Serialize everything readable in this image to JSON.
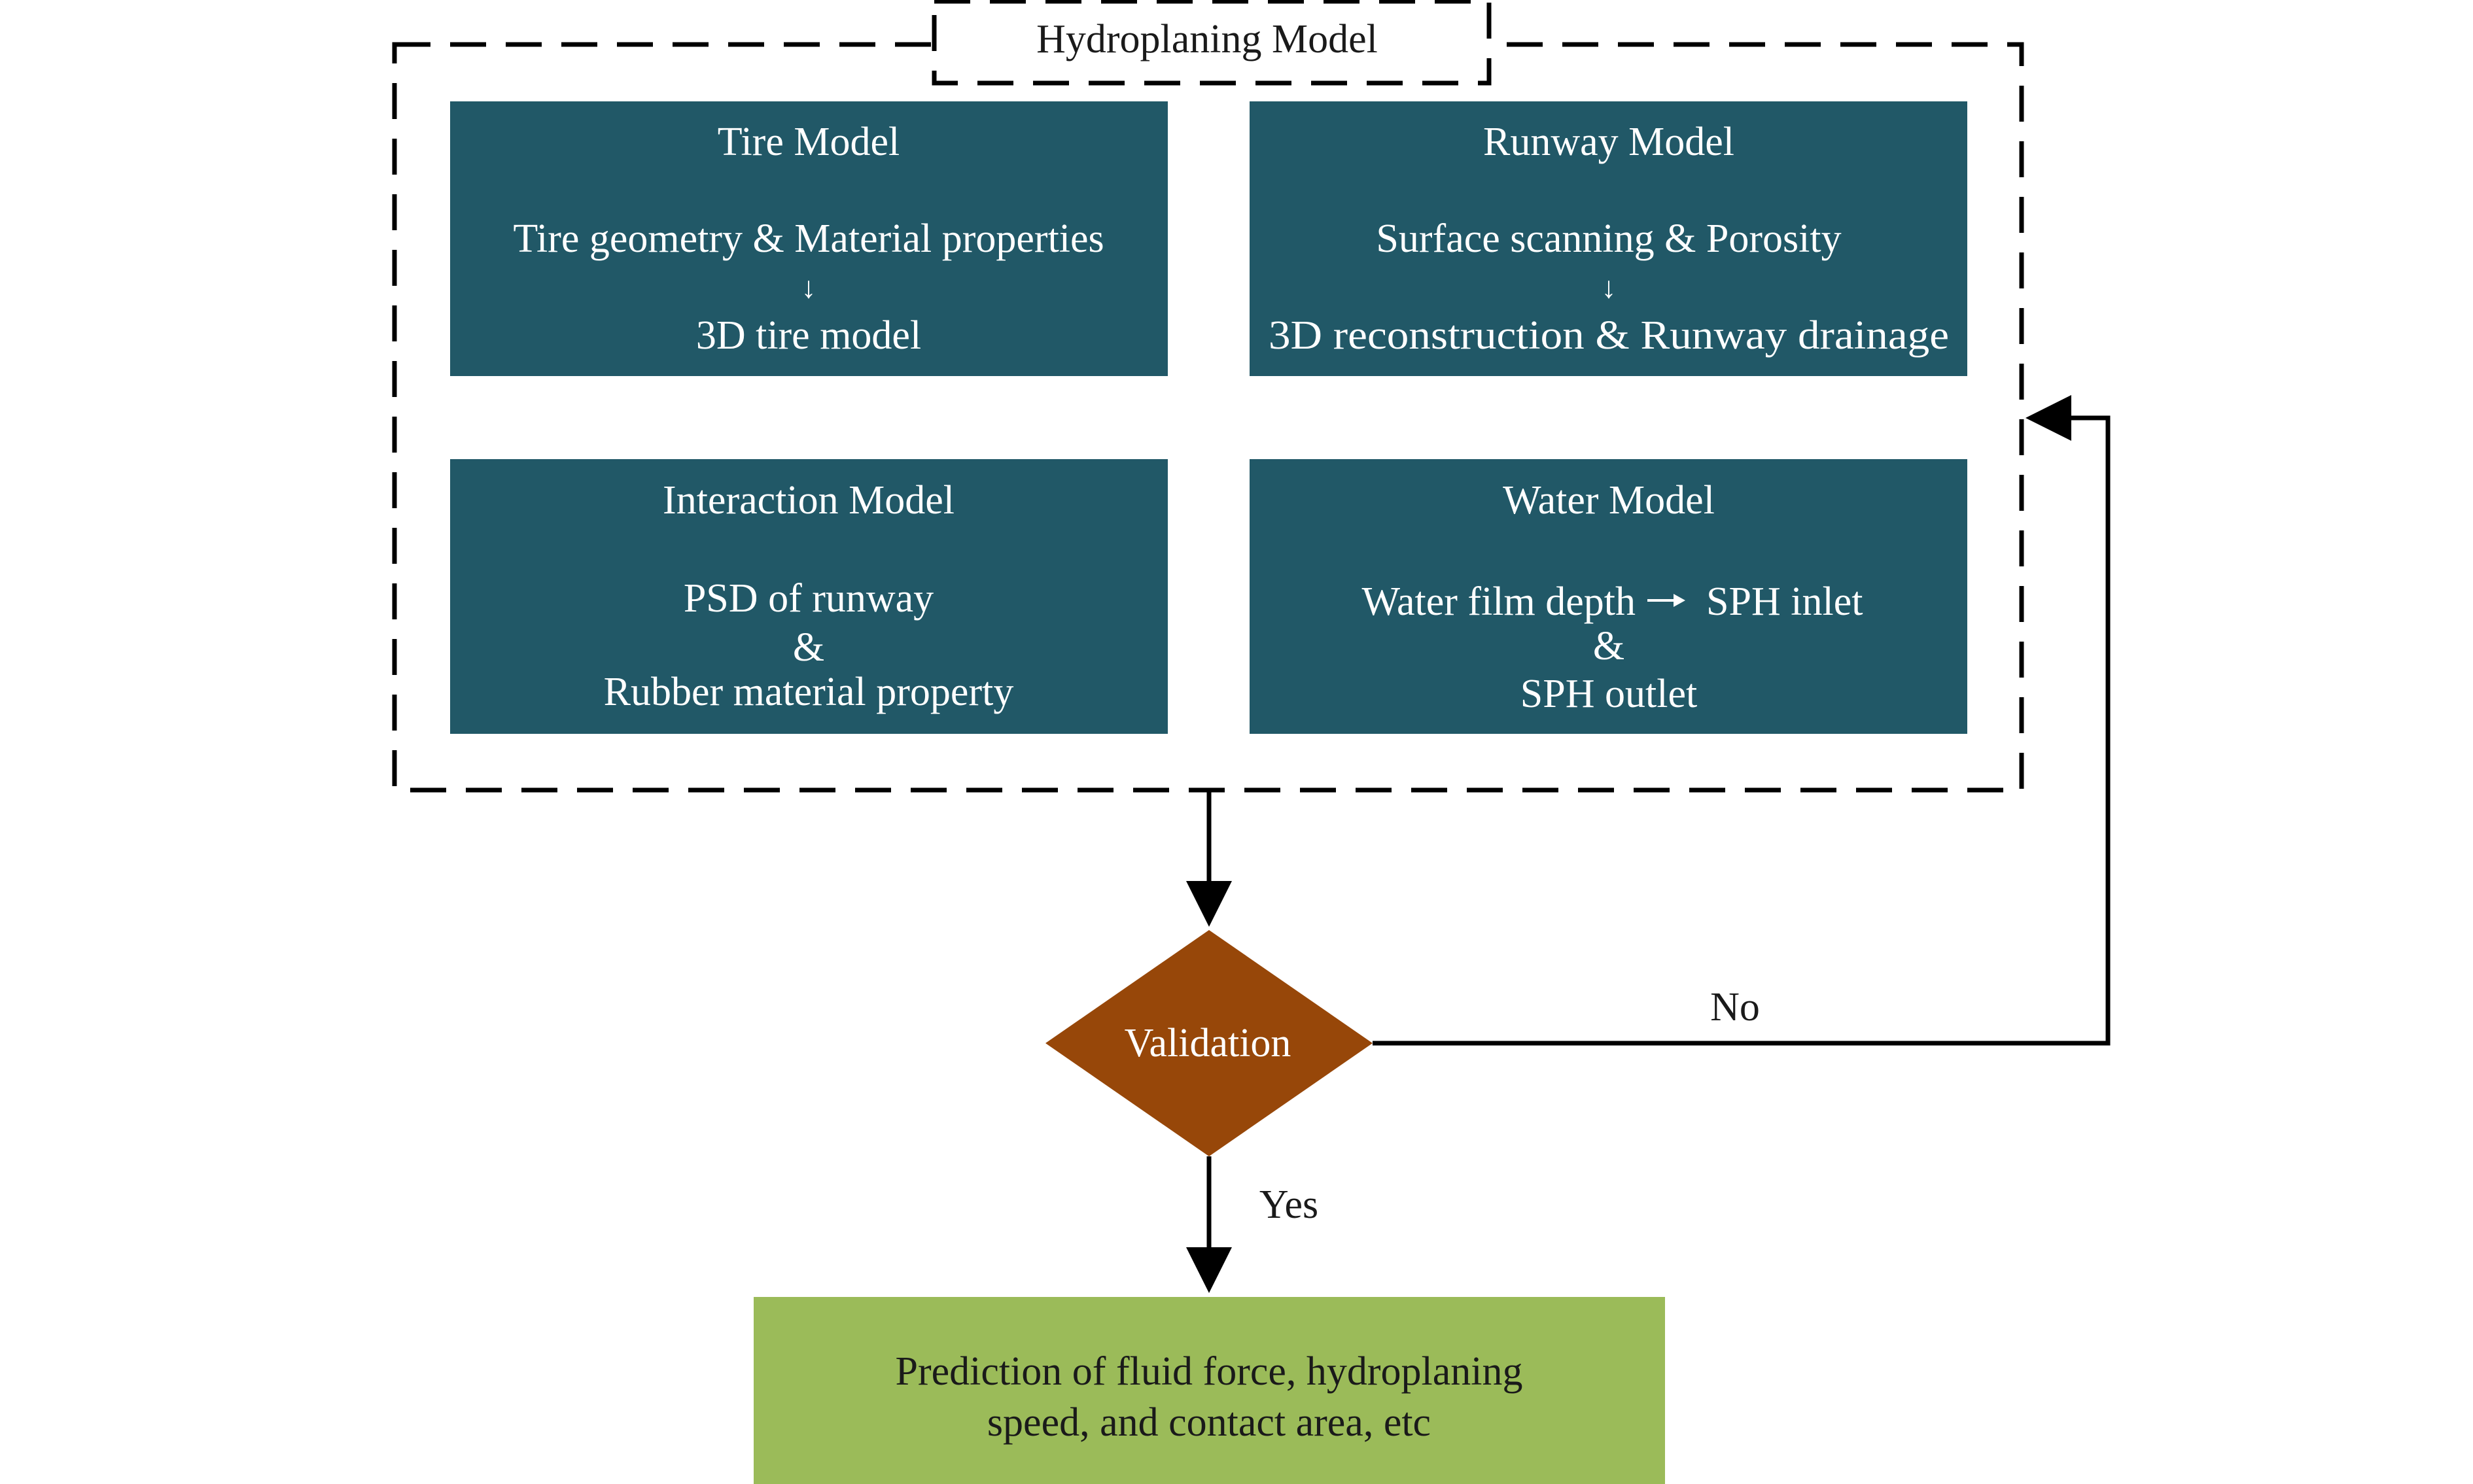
{
  "diagram": {
    "frame_title": "Hydroplaning Model",
    "boxes": [
      {
        "id": "tire",
        "title": "Tire Model",
        "top": "Tire geometry & Material properties",
        "arrow": "↓",
        "bottom": "3D tire model"
      },
      {
        "id": "runway",
        "title": "Runway Model",
        "top": "Surface scanning & Porosity",
        "arrow": "↓",
        "bottom": "3D reconstruction & Runway drainage"
      },
      {
        "id": "interaction",
        "title": "Interaction Model",
        "line1": "PSD of runway",
        "line2": "&",
        "line3": "Rubber material property"
      },
      {
        "id": "water",
        "title": "Water Model",
        "line1a": "Water film depth",
        "line1b": "SPH inlet",
        "line2": "&",
        "line3": "SPH outlet"
      }
    ],
    "decision": "Validation",
    "no_label": "No",
    "yes_label": "Yes",
    "result_line1": "Prediction of fluid force, hydroplaning",
    "result_line2": "speed, and contact area, etc",
    "colors": {
      "model_box": "#215867",
      "decision": "#974709",
      "result_box": "#9BBB59",
      "line": "#000000",
      "box_text": "#ffffff",
      "dark_text": "#1a1a1a"
    }
  }
}
